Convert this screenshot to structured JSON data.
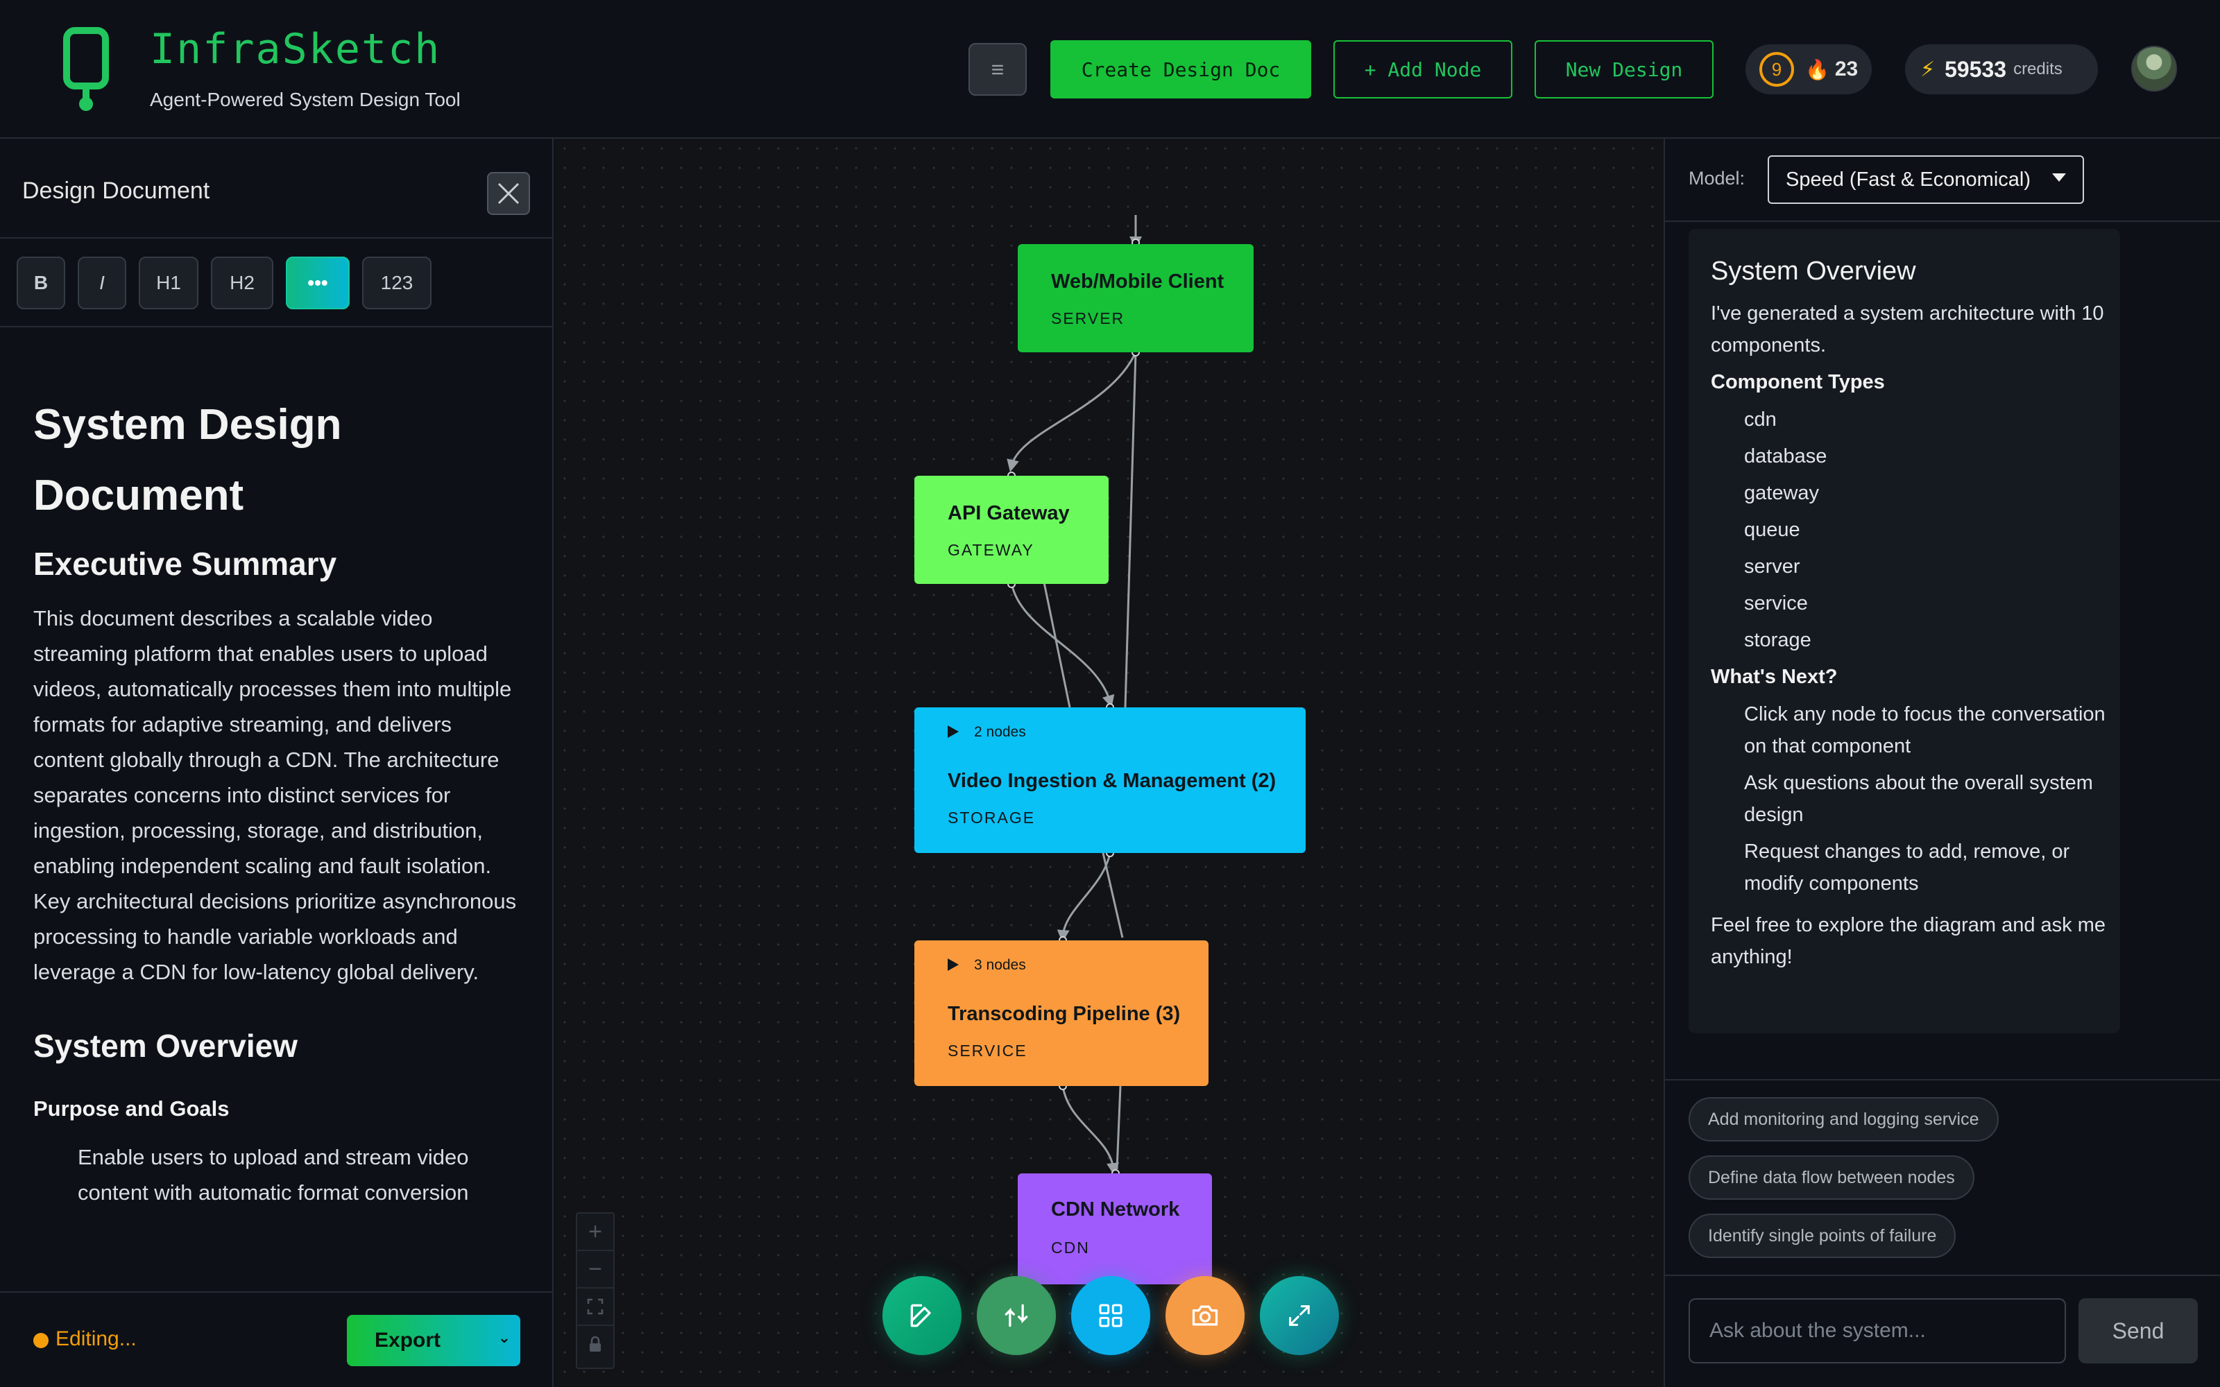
{
  "header": {
    "title": "InfraSketch",
    "subtitle": "Agent-Powered System Design Tool",
    "menu_label": "≡",
    "create_doc_label": "Create Design Doc",
    "add_node_label": "+ Add Node",
    "new_design_label": "New Design",
    "level": "9",
    "streak": "23",
    "credits": "59533",
    "credits_label": "credits"
  },
  "doc_panel": {
    "title": "Design Document",
    "toolbar": [
      "B",
      "I",
      "H1",
      "H2",
      "•••",
      "123"
    ],
    "content": {
      "h1": "System Design Document",
      "exec_heading": "Executive Summary",
      "exec_text": "This document describes a scalable video streaming platform that enables users to upload videos, automatically processes them into multiple formats for adaptive streaming, and delivers content globally through a CDN. The architecture separates concerns into distinct services for ingestion, processing, storage, and distribution, enabling independent scaling and fault isolation. Key architectural decisions prioritize asynchronous processing to handle variable workloads and leverage a CDN for low-latency global delivery.",
      "overview_heading": "System Overview",
      "purpose_heading": "Purpose and Goals",
      "purpose_item": "Enable users to upload and stream video content with automatic format conversion"
    },
    "status": "Editing...",
    "export_label": "Export"
  },
  "canvas": {
    "nodes": [
      {
        "title": "Web/Mobile Client",
        "type": "SERVER",
        "color": "#16c138"
      },
      {
        "title": "API Gateway",
        "type": "GATEWAY",
        "color": "#6bfa5c"
      },
      {
        "title": "Video Ingestion & Management (2)",
        "type": "STORAGE",
        "count": "2 nodes",
        "color": "#0ac1f6"
      },
      {
        "title": "Transcoding Pipeline (3)",
        "type": "SERVICE",
        "count": "3 nodes",
        "color": "#fb9a3c"
      },
      {
        "title": "CDN Network",
        "type": "CDN",
        "color": "#9f5bfb"
      }
    ]
  },
  "chat_panel": {
    "model_label": "Model:",
    "model_value": "Speed (Fast & Economical)",
    "message": {
      "heading": "System Overview",
      "intro": "I've generated a system architecture with 10 components.",
      "types_heading": "Component Types",
      "types": [
        "cdn",
        "database",
        "gateway",
        "queue",
        "server",
        "service",
        "storage"
      ],
      "next_heading": "What's Next?",
      "next_items": [
        "Click any node to focus the conversation on that component",
        "Ask questions about the overall system design",
        "Request changes to add, remove, or modify components"
      ],
      "closing": "Feel free to explore the diagram and ask me anything!"
    },
    "suggestions": [
      "Add monitoring and logging service",
      "Define data flow between nodes",
      "Identify single points of failure"
    ],
    "input_placeholder": "Ask about the system...",
    "send_label": "Send"
  }
}
